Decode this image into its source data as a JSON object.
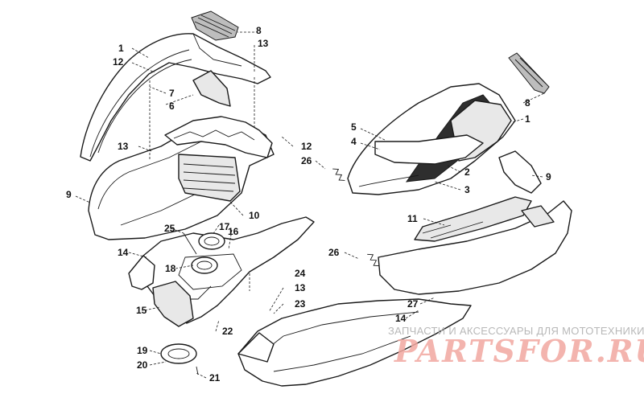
{
  "diagram": {
    "callouts": [
      {
        "id": "c1a",
        "label": "1"
      },
      {
        "id": "c12a",
        "label": "12"
      },
      {
        "id": "c8a",
        "label": "8"
      },
      {
        "id": "c13a",
        "label": "13"
      },
      {
        "id": "c7",
        "label": "7"
      },
      {
        "id": "c6",
        "label": "6"
      },
      {
        "id": "c13b",
        "label": "13"
      },
      {
        "id": "c12b",
        "label": "12"
      },
      {
        "id": "c9a",
        "label": "9"
      },
      {
        "id": "c10",
        "label": "10"
      },
      {
        "id": "c26a",
        "label": "26"
      },
      {
        "id": "c5",
        "label": "5"
      },
      {
        "id": "c4",
        "label": "4"
      },
      {
        "id": "c2",
        "label": "2"
      },
      {
        "id": "c3",
        "label": "3"
      },
      {
        "id": "c8b",
        "label": "8"
      },
      {
        "id": "c1b",
        "label": "1"
      },
      {
        "id": "c9b",
        "label": "9"
      },
      {
        "id": "c11",
        "label": "11"
      },
      {
        "id": "c26b",
        "label": "26"
      },
      {
        "id": "c27",
        "label": "27"
      },
      {
        "id": "c25",
        "label": "25"
      },
      {
        "id": "c17",
        "label": "17"
      },
      {
        "id": "c16",
        "label": "16"
      },
      {
        "id": "c14a",
        "label": "14"
      },
      {
        "id": "c18",
        "label": "18"
      },
      {
        "id": "c15",
        "label": "15"
      },
      {
        "id": "c24",
        "label": "24"
      },
      {
        "id": "c13c",
        "label": "13"
      },
      {
        "id": "c23",
        "label": "23"
      },
      {
        "id": "c22",
        "label": "22"
      },
      {
        "id": "c14b",
        "label": "14"
      },
      {
        "id": "c19",
        "label": "19"
      },
      {
        "id": "c20",
        "label": "20"
      },
      {
        "id": "c21",
        "label": "21"
      }
    ]
  },
  "watermark": {
    "tagline": "ЗАПЧАСТИ И АКСЕССУАРЫ ДЛЯ МОТОТЕХНИКИ",
    "logo": "PARTSFOR.RU",
    "color": "#f2a8a0"
  }
}
